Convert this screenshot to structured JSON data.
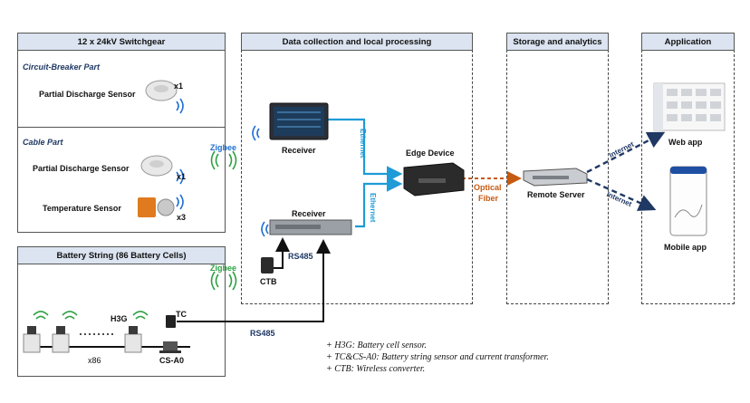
{
  "switchgear": {
    "title": "12 x 24kV Switchgear",
    "cb_part": "Circuit-Breaker Part",
    "cb_sensor": "Partial Discharge Sensor",
    "cb_qty": "x1",
    "cable_part": "Cable Part",
    "cable_pd_sensor": "Partial Discharge Sensor",
    "cable_pd_qty": "x1",
    "temp_sensor": "Temperature Sensor",
    "temp_qty": "x3"
  },
  "battery": {
    "title": "Battery String (86 Battery Cells)",
    "h3g": "H3G",
    "tc": "TC",
    "count": "x86",
    "csa0": "CS-A0"
  },
  "collection": {
    "title": "Data collection and local processing",
    "receiver_top": "Receiver",
    "receiver_bottom": "Receiver",
    "edge": "Edge Device",
    "ctb": "CTB",
    "rs485_inner": "RS485",
    "ethernet_top": "Ethernet",
    "ethernet_bottom": "Ethernet"
  },
  "links": {
    "zigbee_top": "Zigbee",
    "zigbee_bottom": "Zigbee",
    "rs485_bottom": "RS485",
    "optical_1": "Optical",
    "optical_2": "Fiber",
    "internet_top": "Internet",
    "internet_bottom": "Internet"
  },
  "storage": {
    "title": "Storage and analytics",
    "server": "Remote Server"
  },
  "application": {
    "title": "Application",
    "web": "Web app",
    "mobile": "Mobile app"
  },
  "notes": [
    "+ H3G: Battery cell sensor.",
    "+ TC&CS-A0: Battery string sensor and current transformer.",
    "+ CTB: Wireless converter."
  ],
  "colors": {
    "ethernet": "#1f9bd7",
    "zigbee": "#2ea043",
    "optical": "#c55a11",
    "internet": "#1f3864",
    "header": "#dbe4f0"
  }
}
